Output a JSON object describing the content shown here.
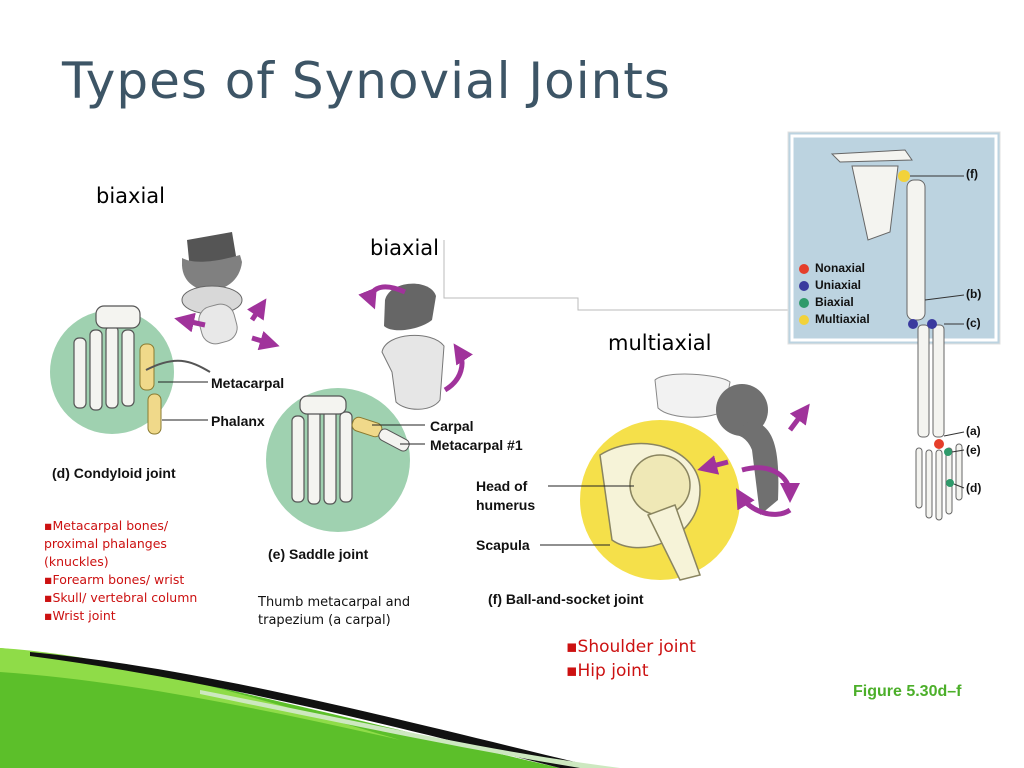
{
  "slide": {
    "title": "Types of Synovial Joints",
    "figure_ref": "Figure 5.30d–f"
  },
  "condyloid": {
    "axis_label": "biaxial",
    "labels": {
      "metacarpal": "Metacarpal",
      "phalanx": "Phalanx"
    },
    "caption": "(d) Condyloid joint",
    "examples": [
      "▪Metacarpal  bones/ proximal phalanges (knuckles)",
      "▪Forearm bones/ wrist",
      "▪Skull/ vertebral column",
      "▪Wrist joint"
    ]
  },
  "saddle": {
    "axis_label": "biaxial",
    "labels": {
      "carpal": "Carpal",
      "metacarpal": "Metacarpal #1"
    },
    "caption": "(e) Saddle joint",
    "note": "Thumb metacarpal and trapezium (a carpal)"
  },
  "ball_socket": {
    "axis_label": "multiaxial",
    "labels": {
      "head_line1": "Head of",
      "head_line2": "humerus",
      "scapula": "Scapula"
    },
    "caption": "(f) Ball-and-socket joint",
    "examples": [
      "▪Shoulder joint",
      "▪Hip joint"
    ]
  },
  "legend": {
    "items": [
      {
        "label": "Nonaxial",
        "color": "#e53e2a"
      },
      {
        "label": "Uniaxial",
        "color": "#3a3a9e"
      },
      {
        "label": "Biaxial",
        "color": "#2f9a6a"
      },
      {
        "label": "Multiaxial",
        "color": "#f2d23a"
      }
    ],
    "markers": [
      "(f)",
      "(b)",
      "(c)",
      "(a)",
      "(e)",
      "(d)"
    ]
  },
  "colors": {
    "title": "#3d5566",
    "accent_purple": "#a0339b",
    "circle_green": "#9fd1b0",
    "circle_yellow": "#f5e04a",
    "panel_blue": "#bcd3e0",
    "red_text": "#cc1111",
    "green_text": "#4caf2a"
  }
}
